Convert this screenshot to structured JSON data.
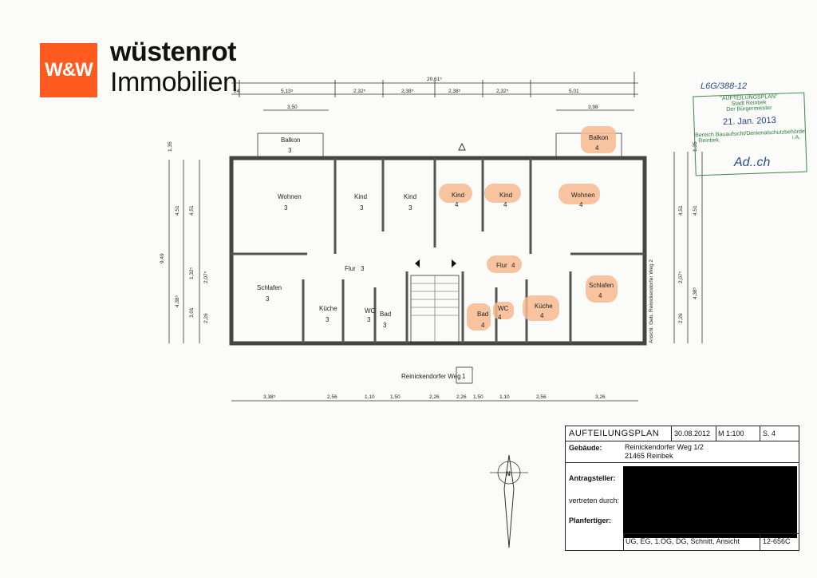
{
  "brand": {
    "logo": "W&W",
    "name": "wüstenrot",
    "sub": "Immobilien"
  },
  "colors": {
    "logo_orange": "#ff5a1f",
    "highlight": "#f7b98f"
  },
  "plan": {
    "top_dims": {
      "overall": "20,61⁵",
      "d1": "5,13⁵",
      "d2": "2,32⁵",
      "d3": "2,38⁵",
      "d4": "2,38⁵",
      "d5": "2,32⁵",
      "d6": "5,01",
      "left_sub": "3,50",
      "right_sub": "3,98",
      "w24": "24"
    },
    "bottom_dims": {
      "d1": "3,38⁵",
      "d2": "2,56",
      "d3": "1,10",
      "d4": "1,50",
      "d5": "2,26",
      "d6": "2,26",
      "d7": "1,50",
      "d8": "1,10",
      "d9": "2,56",
      "d10": "3,26"
    },
    "side_dims": {
      "total": "9,49",
      "a": "4,51",
      "b": "3,01",
      "c": "2,26",
      "d": "4,38⁵",
      "e": "1,32⁵",
      "f": "2,07⁵",
      "g": "1,35",
      "h": "2,26"
    },
    "rooms_left": {
      "balkon": "Balkon",
      "balkon_num": "3",
      "wohnen": "Wohnen",
      "wohnen_num": "3",
      "kind1": "Kind",
      "kind1_num": "3",
      "kind2": "Kind",
      "kind2_num": "3",
      "flur": "Flur",
      "flur_num": "3",
      "schlafen": "Schlafen",
      "schlafen_num": "3",
      "kueche": "Küche",
      "kueche_num": "3",
      "wc": "WC",
      "wc_num": "3",
      "bad": "Bad",
      "bad_num": "3"
    },
    "rooms_right": {
      "balkon": "Balkon",
      "balkon_num": "4",
      "kind1": "Kind",
      "kind1_num": "4",
      "kind2": "Kind",
      "kind2_num": "4",
      "wohnen": "Wohnen",
      "wohnen_num": "4",
      "flur": "Flur",
      "flur_num": "4",
      "schlafen": "Schlafen",
      "schlafen_num": "4",
      "kueche": "Küche",
      "kueche_num": "4",
      "wc": "WC",
      "wc_num": "4",
      "bad": "Bad",
      "bad_num": "4"
    },
    "entrance_label": "Reinickendorfer Weg",
    "entrance_num": "1",
    "side_label": "Anschl. Geb. Reinickendorfer Weg 2",
    "north": "N"
  },
  "stamp": {
    "handwritten": "L6G/388-12",
    "line1": "\"AUFTEILUNGSPLAN\"",
    "line2": "Stadt Reinbek",
    "line3": "Der Bürgermeister",
    "date": "21. Jan. 2013",
    "line4": "Bereich Bauaufsicht/Denkmalschutzbehörde",
    "line5": "Reinbek,",
    "line6": "i.A.",
    "signature": "Ad..ch"
  },
  "titleblock": {
    "plan": "AUFTEILUNGSPLAN",
    "date": "30.08.2012",
    "scale": "M 1:100",
    "page": "S. 4",
    "gebaeude_key": "Gebäude:",
    "gebaeude_val1": "Reinickendorfer Weg 1/2",
    "gebaeude_val2": "21465 Reinbek",
    "antrag_key": "Antragsteller:",
    "vertreten_key": "vertreten durch:",
    "planfertiger_key": "Planfertiger:",
    "floors": "UG, EG, 1.OG, DG, Schnitt, Ansicht",
    "code": "12-656C"
  }
}
